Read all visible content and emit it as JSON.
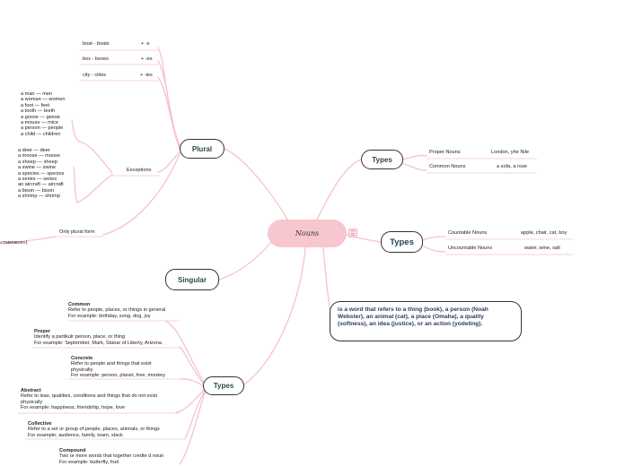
{
  "central": {
    "label": "Nouns"
  },
  "definition": "is a word that refers to a thing (book), a person (Noah Webster), an animal (cat), a place (Omaha), a quality (softness), an idea (justice), or an action (yodeling).",
  "plural": {
    "label": "Plural",
    "rules": [
      {
        "example": "boat - boats",
        "suffix": "+ -s"
      },
      {
        "example": "box - boxes",
        "suffix": "+ -es"
      },
      {
        "example": "city - cities",
        "suffix": "+ -ies"
      }
    ],
    "exceptions_label": "Exceptions",
    "irregular": [
      "a man — men",
      "a woman — women",
      "a foot — feet",
      "a tooth — teeth",
      "a goose — geese",
      "a mouse — mice",
      "a person — people",
      "a child — children"
    ],
    "unchanged": [
      "a deer — deer",
      "a moose — moose",
      "a sheep — sheep",
      "a swine — swine",
      "a species — species",
      "a series — series",
      "an aircraft — aircraft",
      "a bison — bison",
      "a shrimp — shrimp"
    ],
    "only_plural_label": "Only plural form",
    "only_plural_fragment": "«таможня»)"
  },
  "singular": {
    "label": "Singular"
  },
  "types_proper": {
    "label": "Types",
    "items": [
      {
        "name": "Proper Nouns",
        "example": "London, yhe Nile"
      },
      {
        "name": "Common Nouns",
        "example": "a sofa, a rose"
      }
    ]
  },
  "types_count": {
    "label": "Types",
    "items": [
      {
        "name": "Countable Nouns",
        "example": "apple, chair, cat, boy"
      },
      {
        "name": "Uncountable Nouns",
        "example": "water, wine, salt"
      }
    ]
  },
  "types_kinds": {
    "label": "Types",
    "items": [
      {
        "title": "Common",
        "lines": [
          "Refer to people, places, or things in general",
          "For example: birthday, song, dog, joy"
        ]
      },
      {
        "title": "Proper",
        "lines": [
          "Identify a partikulr person, place, or thing",
          "For example: September, Mark, Statue of Liberty, Arizona"
        ]
      },
      {
        "title": "Concrete",
        "lines": [
          "Refer to people and things that exist",
          "physically",
          "For example: person, planet, free, monkey"
        ]
      },
      {
        "title": "Abstract",
        "lines": [
          "Refer to leas, qualities, conditions and things that do not exist",
          "physically",
          "For example: happiness, friendship, hope, love"
        ]
      },
      {
        "title": "Collective",
        "lines": [
          "Refer to a set or group of people, places, animals, or things",
          "For example; audience, family, team, stack"
        ]
      },
      {
        "title": "Compound",
        "lines": [
          "Two or more words that together credte d noun",
          "For example: butterfly, fruit"
        ]
      }
    ]
  },
  "colors": {
    "link": "#f6c3cc",
    "central_fill": "#f7c6cf",
    "underline": "#f7d3da"
  }
}
